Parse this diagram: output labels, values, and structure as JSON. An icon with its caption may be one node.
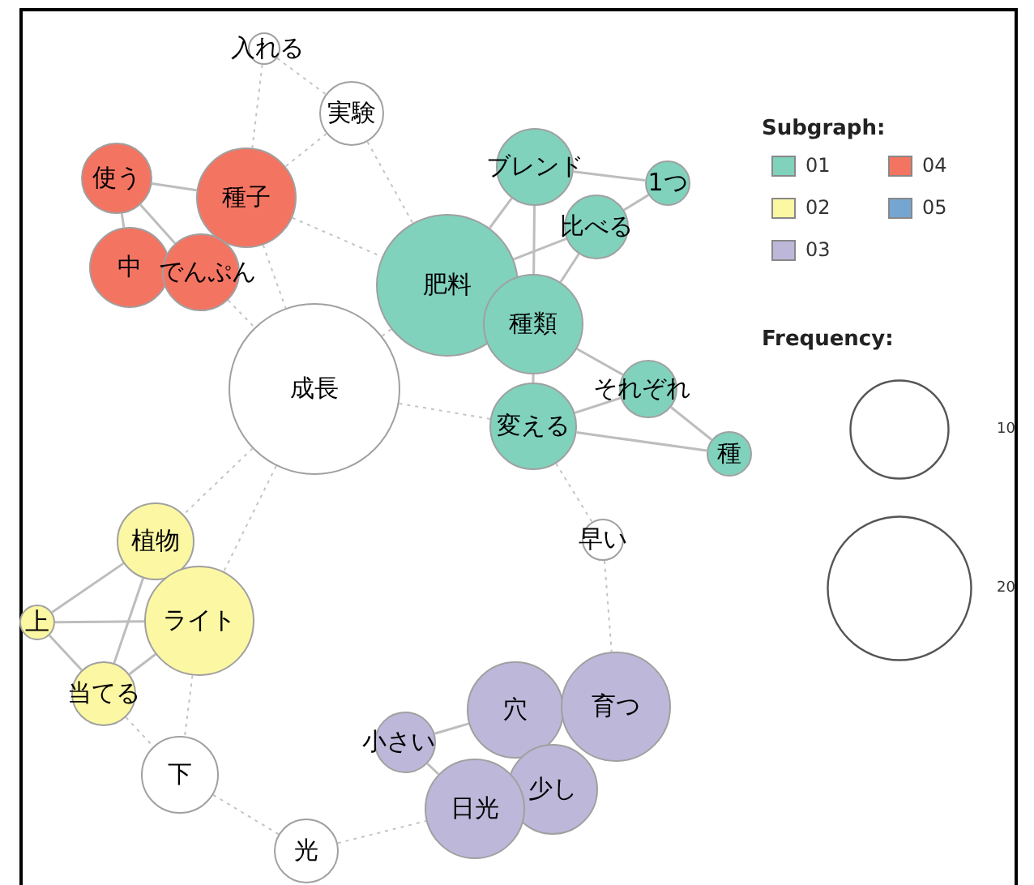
{
  "diagram": {
    "nodes": [
      {
        "text": [
          "入れる"
        ]
      },
      {
        "text": [
          "実験"
        ]
      },
      {
        "text": [
          "使う"
        ]
      },
      {
        "text": [
          "種子"
        ]
      },
      {
        "text": [
          "中"
        ]
      },
      {
        "text": [
          "でんぷん"
        ]
      },
      {
        "text": [
          "肥料"
        ]
      },
      {
        "text": [
          "ブレンド"
        ]
      },
      {
        "text": [
          "1つ"
        ]
      },
      {
        "text": [
          "比べる"
        ]
      },
      {
        "text": [
          "種類"
        ]
      },
      {
        "text": [
          "成長"
        ]
      },
      {
        "text": [
          "それぞれ"
        ]
      },
      {
        "text": [
          "変える"
        ]
      },
      {
        "text": [
          "種"
        ]
      },
      {
        "text": [
          "早い"
        ]
      },
      {
        "text": [
          "植物"
        ]
      },
      {
        "text": [
          "上"
        ]
      },
      {
        "text": [
          "ライト"
        ]
      },
      {
        "text": [
          "当てる"
        ]
      },
      {
        "text": [
          "下"
        ]
      },
      {
        "text": [
          "小さい"
        ]
      },
      {
        "text": [
          "穴"
        ]
      },
      {
        "text": [
          "育つ"
        ]
      },
      {
        "text": [
          "少し"
        ]
      },
      {
        "text": [
          "日光"
        ]
      },
      {
        "text": [
          "光"
        ]
      }
    ],
    "edges": [
      {
        "from": 2,
        "to": 3,
        "arrow": "none"
      },
      {
        "from": 2,
        "to": 4,
        "arrow": "none"
      },
      {
        "from": 2,
        "to": 5,
        "arrow": "none"
      },
      {
        "from": 6,
        "to": 7,
        "arrow": "none"
      },
      {
        "from": 6,
        "to": 9,
        "arrow": "none"
      },
      {
        "from": 7,
        "to": 10,
        "arrow": "none"
      },
      {
        "from": 7,
        "to": 8,
        "arrow": "none"
      },
      {
        "from": 9,
        "to": 8,
        "arrow": "none"
      },
      {
        "from": 10,
        "to": 9,
        "arrow": "none"
      },
      {
        "from": 10,
        "to": 12,
        "arrow": "none"
      },
      {
        "from": 13,
        "to": 12,
        "arrow": "none"
      },
      {
        "from": 13,
        "to": 14,
        "arrow": "none"
      },
      {
        "from": 12,
        "to": 14,
        "arrow": "none"
      },
      {
        "from": 10,
        "to": 13,
        "arrow": "none"
      },
      {
        "from": 16,
        "to": 17,
        "arrow": "none"
      },
      {
        "from": 16,
        "to": 19,
        "arrow": "none"
      },
      {
        "from": 17,
        "to": 18,
        "arrow": "none"
      },
      {
        "from": 17,
        "to": 19,
        "arrow": "none"
      },
      {
        "from": 19,
        "to": 18,
        "arrow": "none"
      },
      {
        "from": 21,
        "to": 22,
        "arrow": "none"
      },
      {
        "from": 21,
        "to": 25,
        "arrow": "none"
      },
      {
        "from": 0,
        "to": 1,
        "arrow": "none",
        "style": "dashed"
      },
      {
        "from": 0,
        "to": 3,
        "arrow": "none",
        "style": "dashed"
      },
      {
        "from": 1,
        "to": 3,
        "arrow": "none",
        "style": "dashed"
      },
      {
        "from": 1,
        "to": 6,
        "arrow": "none",
        "style": "dashed"
      },
      {
        "from": 3,
        "to": 6,
        "arrow": "none",
        "style": "dashed"
      },
      {
        "from": 3,
        "to": 11,
        "arrow": "none",
        "style": "dashed"
      },
      {
        "from": 5,
        "to": 11,
        "arrow": "none",
        "style": "dashed"
      },
      {
        "from": 11,
        "to": 6,
        "arrow": "none",
        "style": "dashed"
      },
      {
        "from": 11,
        "to": 13,
        "arrow": "none",
        "style": "dashed"
      },
      {
        "from": 11,
        "to": 16,
        "arrow": "none",
        "style": "dashed"
      },
      {
        "from": 11,
        "to": 18,
        "arrow": "none",
        "style": "dashed"
      },
      {
        "from": 13,
        "to": 15,
        "arrow": "none",
        "style": "dashed"
      },
      {
        "from": 15,
        "to": 23,
        "arrow": "none",
        "style": "dashed"
      },
      {
        "from": 19,
        "to": 20,
        "arrow": "none",
        "style": "dashed"
      },
      {
        "from": 18,
        "to": 20,
        "arrow": "none",
        "style": "dashed"
      },
      {
        "from": 20,
        "to": 26,
        "arrow": "none",
        "style": "dashed"
      },
      {
        "from": 26,
        "to": 25,
        "arrow": "none",
        "style": "dashed"
      }
    ],
    "labels": [
      "Subgraph:",
      "Frequency:"
    ],
    "legend": [
      {
        "text": "01",
        "color": "#80d2bd"
      },
      {
        "text": "04",
        "color": "#f47462"
      },
      {
        "text": "02",
        "color": "#fbf7a3"
      },
      {
        "text": "05",
        "color": "#75a6d2"
      },
      {
        "text": "03",
        "color": "#bdb8da"
      },
      {
        "text": "10"
      },
      {
        "text": "20"
      }
    ]
  }
}
